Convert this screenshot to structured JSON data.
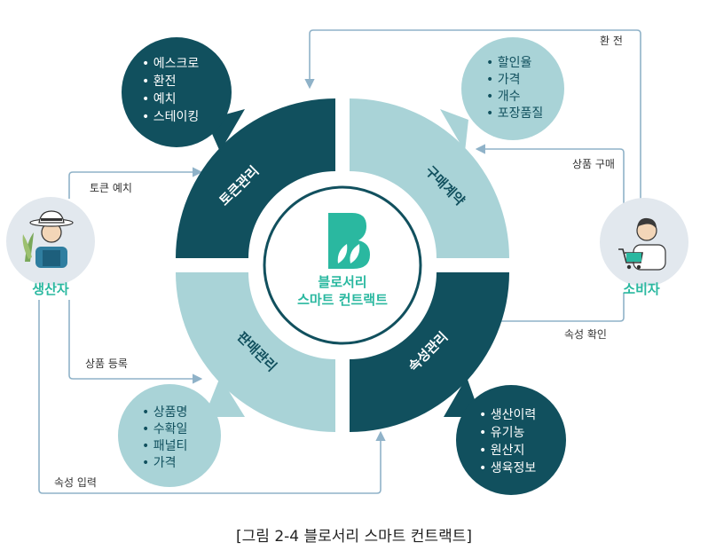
{
  "center": {
    "line1": "블로서리",
    "line2": "스마트 컨트랙트",
    "logo_letter": "B"
  },
  "quadrants": {
    "token": {
      "label": "토큰관리",
      "color": "#11505e"
    },
    "purchase": {
      "label": "구매계약",
      "color": "#a9d3d7"
    },
    "sales": {
      "label": "판매관리",
      "color": "#a9d3d7"
    },
    "attribute": {
      "label": "속성관리",
      "color": "#11505e"
    }
  },
  "bubbles": {
    "token": [
      "에스크로",
      "환전",
      "예치",
      "스테이킹"
    ],
    "purchase": [
      "할인율",
      "가격",
      "개수",
      "포장품질"
    ],
    "sales": [
      "상품명",
      "수확일",
      "패널티",
      "가격"
    ],
    "attribute": [
      "생산이력",
      "유기농",
      "원산지",
      "생육정보"
    ]
  },
  "actors": {
    "producer": {
      "label": "생산자",
      "icon": "farmer-icon"
    },
    "consumer": {
      "label": "소비자",
      "icon": "shopper-icon"
    }
  },
  "flows": {
    "exchange": "환 전",
    "product_purchase": "상품 구매",
    "attribute_check": "속성 확인",
    "token_deposit": "토큰 예치",
    "product_register": "상품 등록",
    "attribute_input": "속성 입력"
  },
  "caption": "[그림 2-4 블로서리 스마트 컨트랙트]",
  "colors": {
    "dark": "#11505e",
    "light": "#a9d3d7",
    "accent": "#2ab8a0",
    "line": "#8fb2c8",
    "actor_bg": "#e2e8ee"
  }
}
